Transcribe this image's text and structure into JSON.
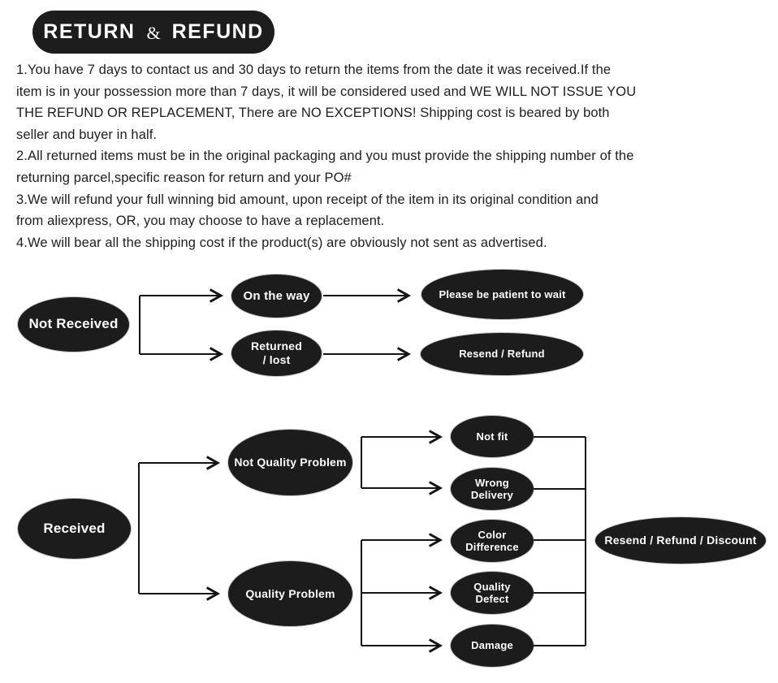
{
  "header": {
    "title_left": "RETURN",
    "ampersand": "&",
    "title_right": "REFUND"
  },
  "policy": {
    "lines": [
      "1.You have 7 days to contact us and 30 days to return the items from the date it was received.If the",
      "item is in your possession more than 7 days, it will be considered used and WE WILL NOT ISSUE YOU",
      "THE REFUND OR REPLACEMENT, There are NO EXCEPTIONS! Shipping cost is beared by both",
      "seller and buyer in half.",
      "2.All returned items must be in the original packaging and you must provide the shipping number of the",
      "returning parcel,specific reason for return and your PO#",
      "3.We will refund your full winning bid amount, upon receipt of the item in its original condition and",
      "from aliexpress, OR, you may choose to have a replacement.",
      "4.We will bear all the shipping cost if the product(s) are obviously not sent as advertised."
    ]
  },
  "flowchart_top": {
    "nodes": {
      "not_received": "Not Received",
      "on_the_way": "On the way",
      "returned_lost": "Returned\n/  lost",
      "please_wait": "Please be patient to wait",
      "resend_refund": "Resend / Refund"
    },
    "edges": [
      {
        "from": "Not Received",
        "to": "On the way"
      },
      {
        "from": "Not Received",
        "to": "Returned / lost"
      },
      {
        "from": "On the way",
        "to": "Please be patient to wait"
      },
      {
        "from": "Returned / lost",
        "to": "Resend / Refund"
      }
    ]
  },
  "flowchart_bottom": {
    "nodes": {
      "received": "Received",
      "not_quality_problem": "Not Quality Problem",
      "quality_problem": "Quality Problem",
      "not_fit": "Not fit",
      "wrong_delivery": "Wrong\nDelivery",
      "color_difference": "Color\nDifference",
      "quality_defect": "Quality\nDefect",
      "damage": "Damage",
      "resend_refund_discount": "Resend / Refund / Discount"
    },
    "edges": [
      {
        "from": "Received",
        "to": "Not Quality Problem"
      },
      {
        "from": "Received",
        "to": "Quality Problem"
      },
      {
        "from": "Not Quality Problem",
        "to": "Not fit"
      },
      {
        "from": "Not Quality Problem",
        "to": "Wrong Delivery"
      },
      {
        "from": "Quality Problem",
        "to": "Color Difference"
      },
      {
        "from": "Quality Problem",
        "to": "Quality Defect"
      },
      {
        "from": "Quality Problem",
        "to": "Damage"
      },
      {
        "from": "Not fit",
        "to": "Resend / Refund / Discount"
      },
      {
        "from": "Wrong Delivery",
        "to": "Resend / Refund / Discount"
      },
      {
        "from": "Color Difference",
        "to": "Resend / Refund / Discount"
      },
      {
        "from": "Quality Defect",
        "to": "Resend / Refund / Discount"
      },
      {
        "from": "Damage",
        "to": "Resend / Refund / Discount"
      }
    ]
  },
  "colors": {
    "node_fill": "#1c1c1c",
    "node_text": "#ffffff",
    "connector": "#141414",
    "pill_fill": "#1d1d1d",
    "body_text": "#1e1e1e",
    "background": "#ffffff"
  }
}
